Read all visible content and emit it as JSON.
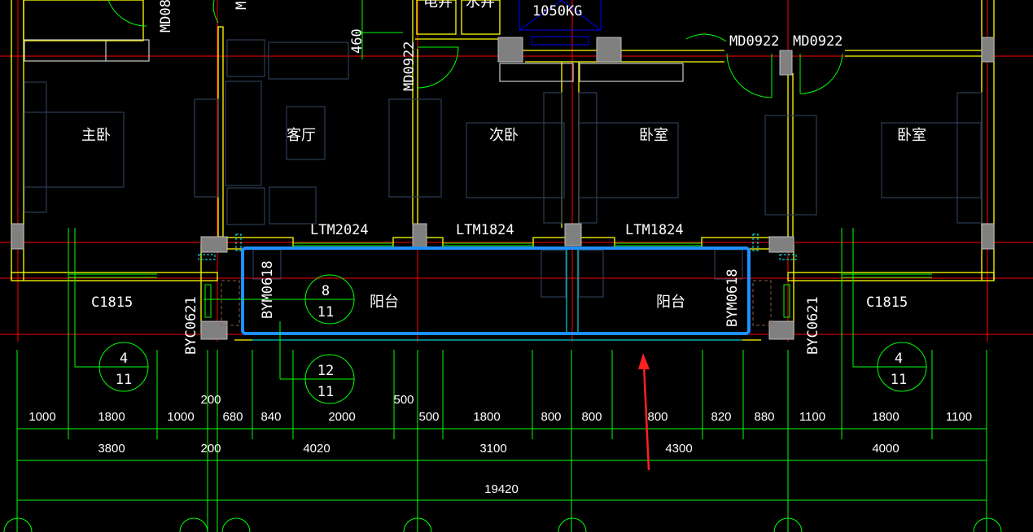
{
  "rooms": {
    "master_bedroom": "主卧",
    "living_room": "客厅",
    "second_bedroom": "次卧",
    "bedroom_a": "卧室",
    "bedroom_b": "卧室",
    "balcony_left": "阳台",
    "balcony_right": "阳台",
    "electric_shaft": "电井",
    "water_shaft": "水井",
    "elevator_capacity": "1050KG"
  },
  "openings": {
    "ltm_left": "LTM2024",
    "ltm_mid": "LTM1824",
    "ltm_right": "LTM1824",
    "md_top_left": "MD0922",
    "md_top_right": "MD0922",
    "md_vertical": "MD0922",
    "md_partial": "MD08",
    "m_partial": "M",
    "c_left": "C1815",
    "c_right": "C1815",
    "byc_left": "BYC0621",
    "byc_right": "BYC0621",
    "bym_left": "BYM0618",
    "bym_right": "BYM0618"
  },
  "dim_460": "460",
  "callouts": [
    {
      "top": "4",
      "bottom": "11"
    },
    {
      "top": "8",
      "bottom": "11"
    },
    {
      "top": "12",
      "bottom": "11"
    },
    {
      "top": "4",
      "bottom": "11"
    }
  ],
  "dimensions": {
    "row1": [
      "1000",
      "1800",
      "1000",
      "680",
      "840",
      "2000",
      "500",
      "1800",
      "800",
      "800",
      "800",
      "820",
      "880",
      "1100",
      "1800",
      "1100"
    ],
    "row2": [
      "3800",
      "200",
      "4020",
      "3100",
      "4300",
      "4000"
    ],
    "extra_200": "200",
    "extra_500": "500",
    "total": "19420"
  },
  "colors": {
    "background": "#000000",
    "wall": "#ffff00",
    "axis": "#ff0000",
    "dimension": "#00ff00",
    "selection": "#1e90ff",
    "annotation_arrow": "#ff2020"
  }
}
